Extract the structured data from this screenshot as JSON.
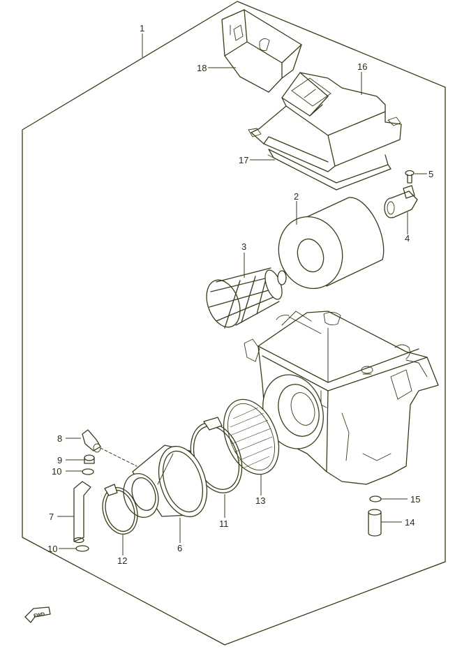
{
  "colors": {
    "line": "#3a3a18",
    "background": "#ffffff"
  },
  "parts": [
    {
      "id": "1",
      "label": "1"
    },
    {
      "id": "2",
      "label": "2"
    },
    {
      "id": "3",
      "label": "3"
    },
    {
      "id": "4",
      "label": "4"
    },
    {
      "id": "5",
      "label": "5"
    },
    {
      "id": "6",
      "label": "6"
    },
    {
      "id": "7",
      "label": "7"
    },
    {
      "id": "8",
      "label": "8"
    },
    {
      "id": "9",
      "label": "9"
    },
    {
      "id": "10a",
      "label": "10"
    },
    {
      "id": "10b",
      "label": "10"
    },
    {
      "id": "11",
      "label": "11"
    },
    {
      "id": "12",
      "label": "12"
    },
    {
      "id": "13",
      "label": "13"
    },
    {
      "id": "14",
      "label": "14"
    },
    {
      "id": "15",
      "label": "15"
    },
    {
      "id": "16",
      "label": "16"
    },
    {
      "id": "17",
      "label": "17"
    },
    {
      "id": "18",
      "label": "18"
    }
  ],
  "fwd": {
    "label": "FWD"
  }
}
